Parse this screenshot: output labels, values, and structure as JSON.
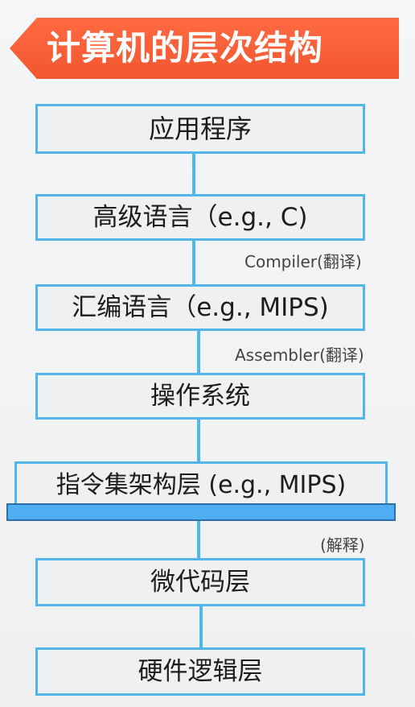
{
  "title": "计算机的层次结构",
  "layers": [
    "应用程序",
    "高级语言（e.g., C)",
    "汇编语言（e.g., MIPS)",
    "操作系统",
    "指令集架构层 (e.g., MIPS)",
    "微代码层",
    "硬件逻辑层"
  ],
  "annotations": {
    "compiler": "Compiler(翻译)",
    "assembler": "Assembler(翻译)",
    "interpret": "(解释)"
  },
  "colors": {
    "title_banner": "#f2562f",
    "box_border": "#51b7ea",
    "isa_bar": "#4faef2"
  }
}
